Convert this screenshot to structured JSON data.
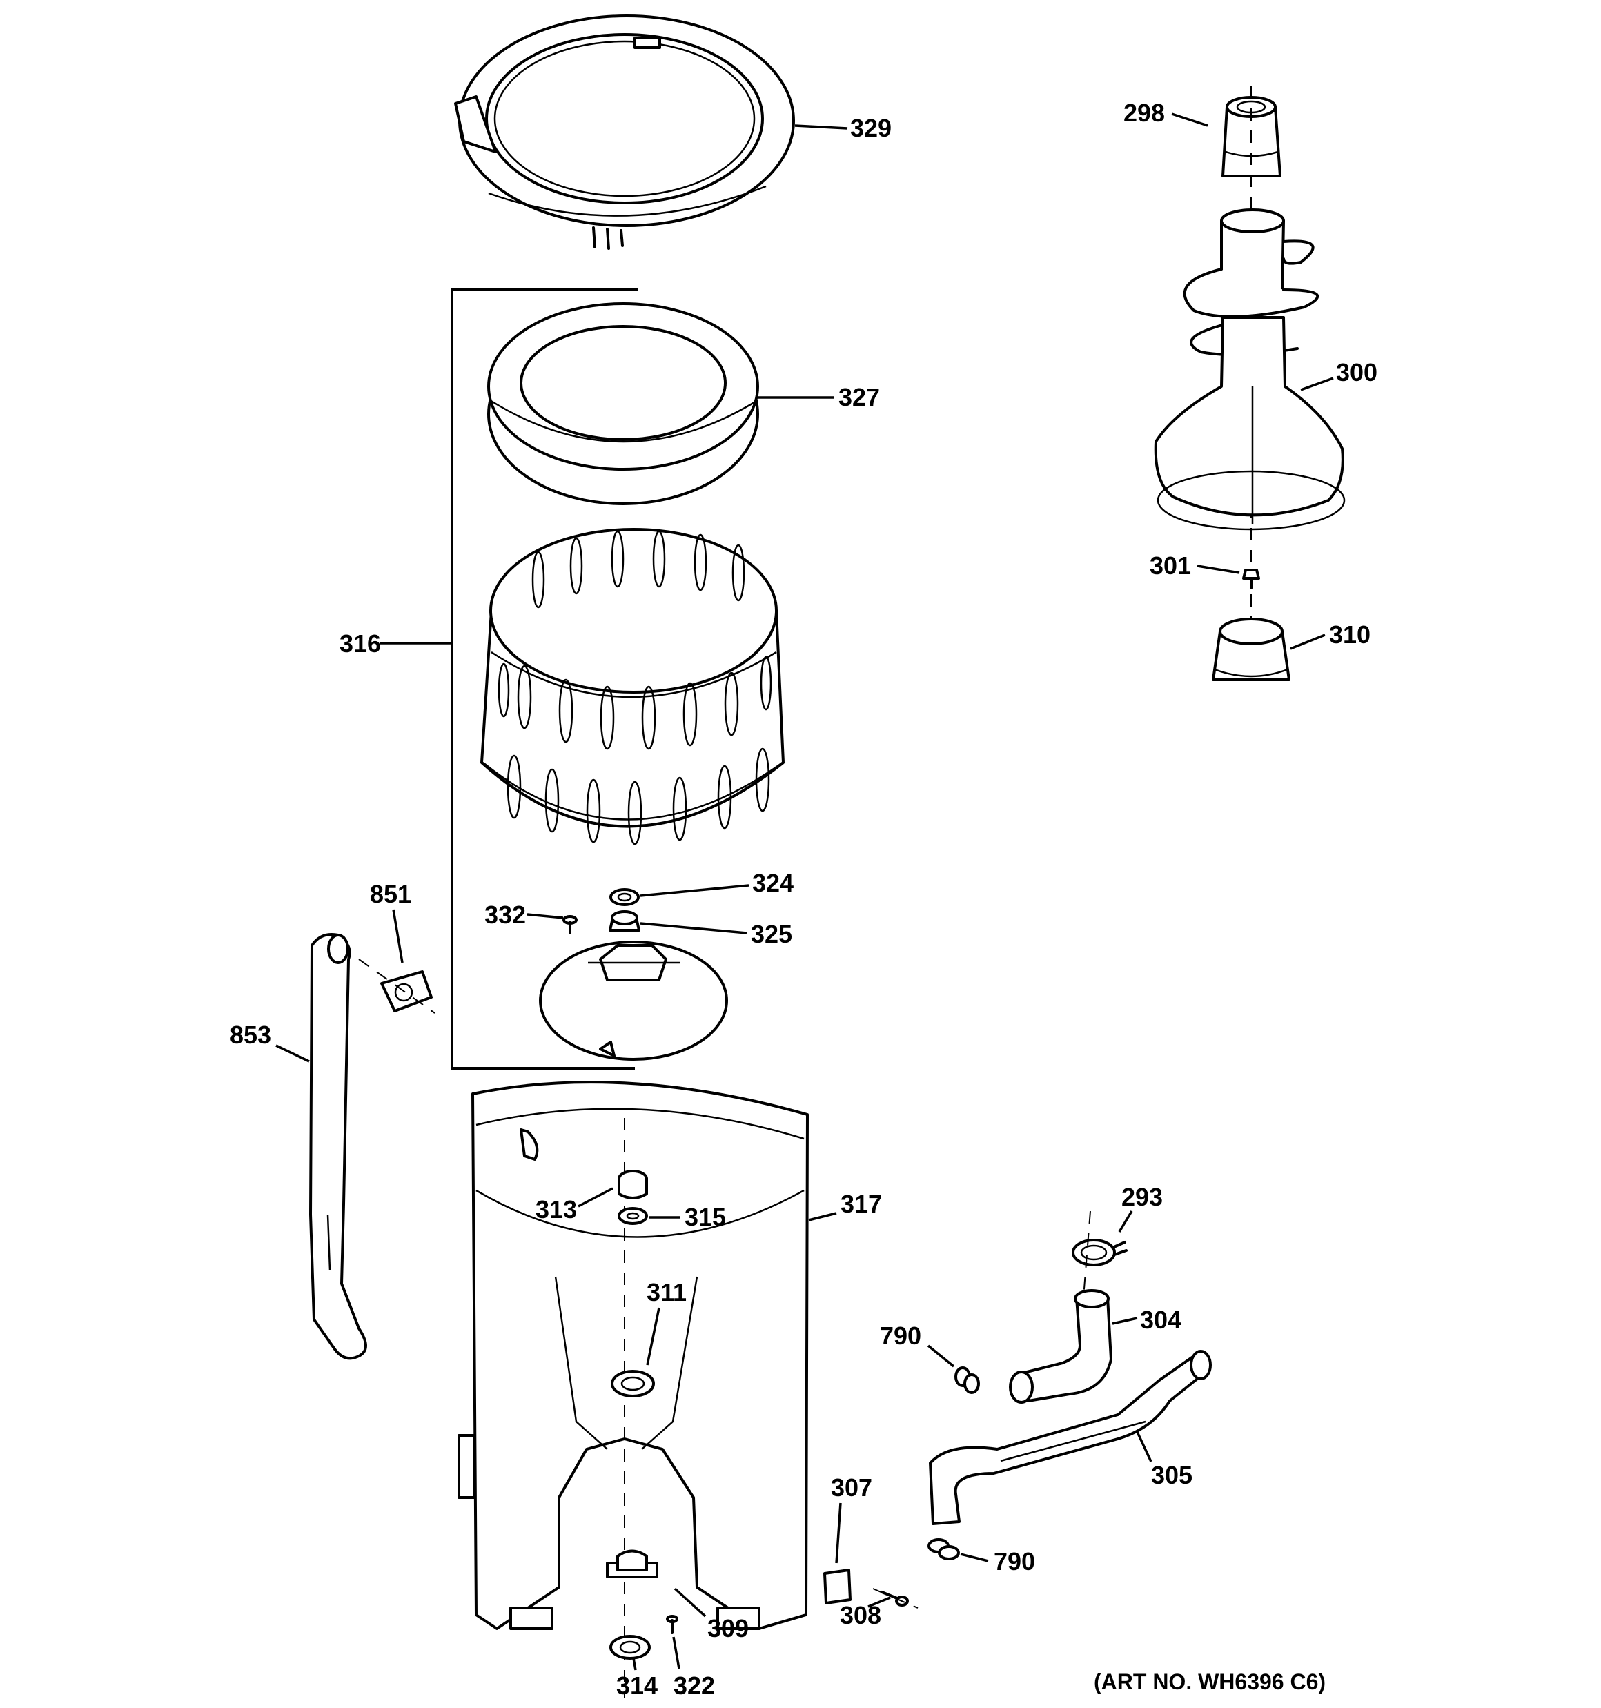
{
  "art_number": "(ART NO. WH6396 C6)",
  "callouts": {
    "p329": "329",
    "p298": "298",
    "p300": "300",
    "p327": "327",
    "p316": "316",
    "p301": "301",
    "p310": "310",
    "p851": "851",
    "p324": "324",
    "p332": "332",
    "p325": "325",
    "p853": "853",
    "p317": "317",
    "p293": "293",
    "p313": "313",
    "p315": "315",
    "p311": "311",
    "p790a": "790",
    "p304": "304",
    "p305": "305",
    "p307": "307",
    "p790b": "790",
    "p308": "308",
    "p309": "309",
    "p314": "314",
    "p322": "322"
  }
}
